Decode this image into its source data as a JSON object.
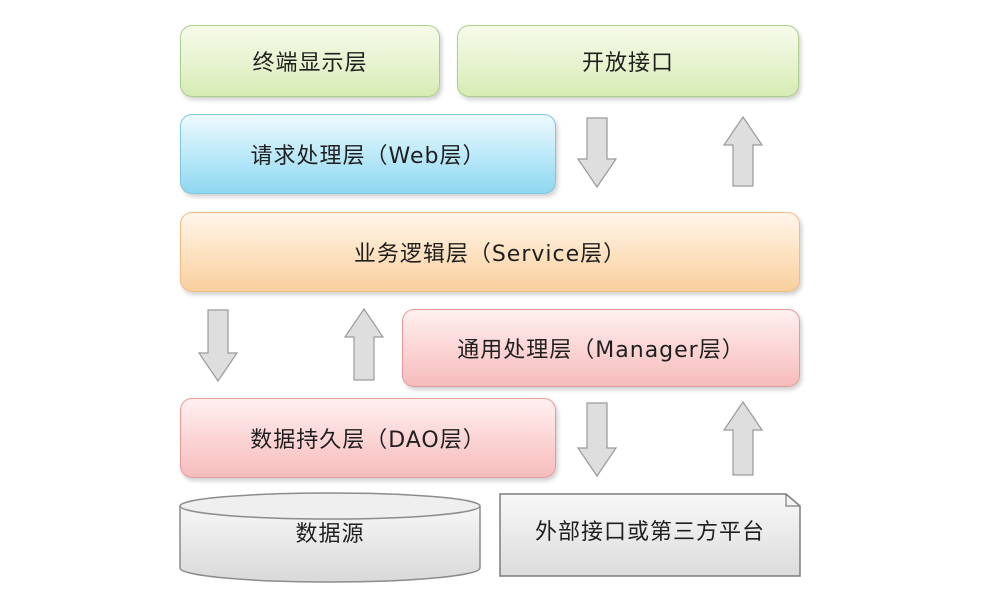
{
  "diagram": {
    "layers": {
      "terminal": "终端显示层",
      "open_api": "开放接口",
      "web": "请求处理层（Web层）",
      "service": "业务逻辑层（Service层）",
      "manager": "通用处理层（Manager层）",
      "dao": "数据持久层（DAO层）",
      "datasource": "数据源",
      "external": "外部接口或第三方平台"
    },
    "colors": {
      "green": "#e7f3cf",
      "blue": "#b8e8f8",
      "orange": "#fde1bf",
      "pink": "#fbd3d3",
      "gray": "#e6e6e6",
      "arrow": "#dcdcdc"
    },
    "arrows": [
      {
        "direction": "down",
        "between": "open_api → service"
      },
      {
        "direction": "up",
        "between": "service → open_api"
      },
      {
        "direction": "down",
        "between": "service → dao"
      },
      {
        "direction": "up",
        "between": "dao → service"
      },
      {
        "direction": "down",
        "between": "manager → external"
      },
      {
        "direction": "up",
        "between": "external → manager"
      }
    ]
  }
}
